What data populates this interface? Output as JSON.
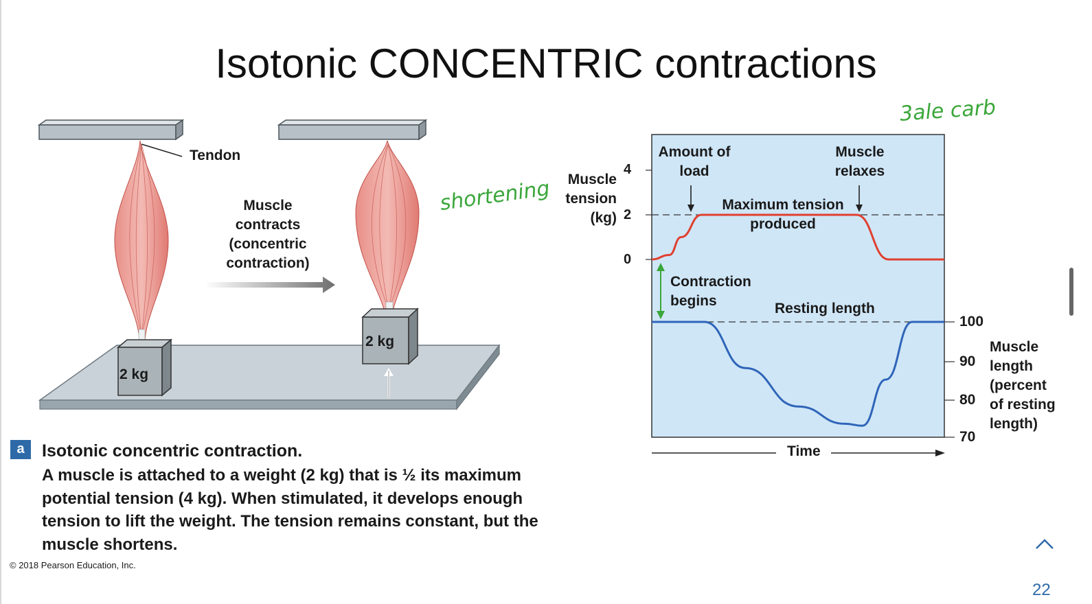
{
  "slide": {
    "title": "Isotonic CONCENTRIC contractions",
    "page_number": "22"
  },
  "illustration": {
    "tendon_label": "Tendon",
    "arrow_label_lines": [
      "Muscle",
      "contracts",
      "(concentric",
      "contraction)"
    ],
    "weight_left": "2 kg",
    "weight_right": "2 kg"
  },
  "caption": {
    "badge": "a",
    "heading": "Isotonic concentric contraction.",
    "body": "A muscle is attached to a weight (2 kg) that is ½ its maximum potential tension (4 kg). When stimulated, it develops enough tension to lift the weight. The tension remains constant, but the muscle shortens."
  },
  "copyright": "© 2018 Pearson Education, Inc.",
  "annotations": {
    "handwritten_1": "shortening",
    "handwritten_2": "3ale carb"
  },
  "chart_data": {
    "type": "line",
    "xlabel": "Time",
    "ylabel_left_lines": [
      "Muscle",
      "tension",
      "(kg)"
    ],
    "ylabel_right_lines": [
      "Muscle",
      "length",
      "(percent",
      "of resting",
      "length)"
    ],
    "left_ticks": [
      "4",
      "2",
      "0"
    ],
    "right_ticks": [
      "100",
      "90",
      "80",
      "70"
    ],
    "annotations": {
      "amount_of_load": [
        "Amount of",
        "load"
      ],
      "muscle_relaxes": [
        "Muscle",
        "relaxes"
      ],
      "max_tension": [
        "Maximum tension",
        "produced"
      ],
      "contraction_begins": [
        "Contraction",
        "begins"
      ],
      "resting_length": "Resting length"
    },
    "series": [
      {
        "name": "Muscle tension",
        "color": "#e0402f",
        "axis": "left",
        "points": [
          [
            0,
            0
          ],
          [
            0.06,
            0.2
          ],
          [
            0.1,
            1.0
          ],
          [
            0.17,
            2
          ],
          [
            0.7,
            2
          ],
          [
            0.81,
            0
          ],
          [
            1,
            0
          ]
        ]
      },
      {
        "name": "Muscle length",
        "color": "#2f65b8",
        "axis": "right",
        "points": [
          [
            0,
            100
          ],
          [
            0.18,
            100
          ],
          [
            0.32,
            88
          ],
          [
            0.5,
            78
          ],
          [
            0.66,
            73.5
          ],
          [
            0.72,
            73
          ],
          [
            0.8,
            85
          ],
          [
            0.89,
            100
          ],
          [
            1,
            100
          ]
        ]
      }
    ],
    "grid": false,
    "background": "#cfe6f7"
  }
}
